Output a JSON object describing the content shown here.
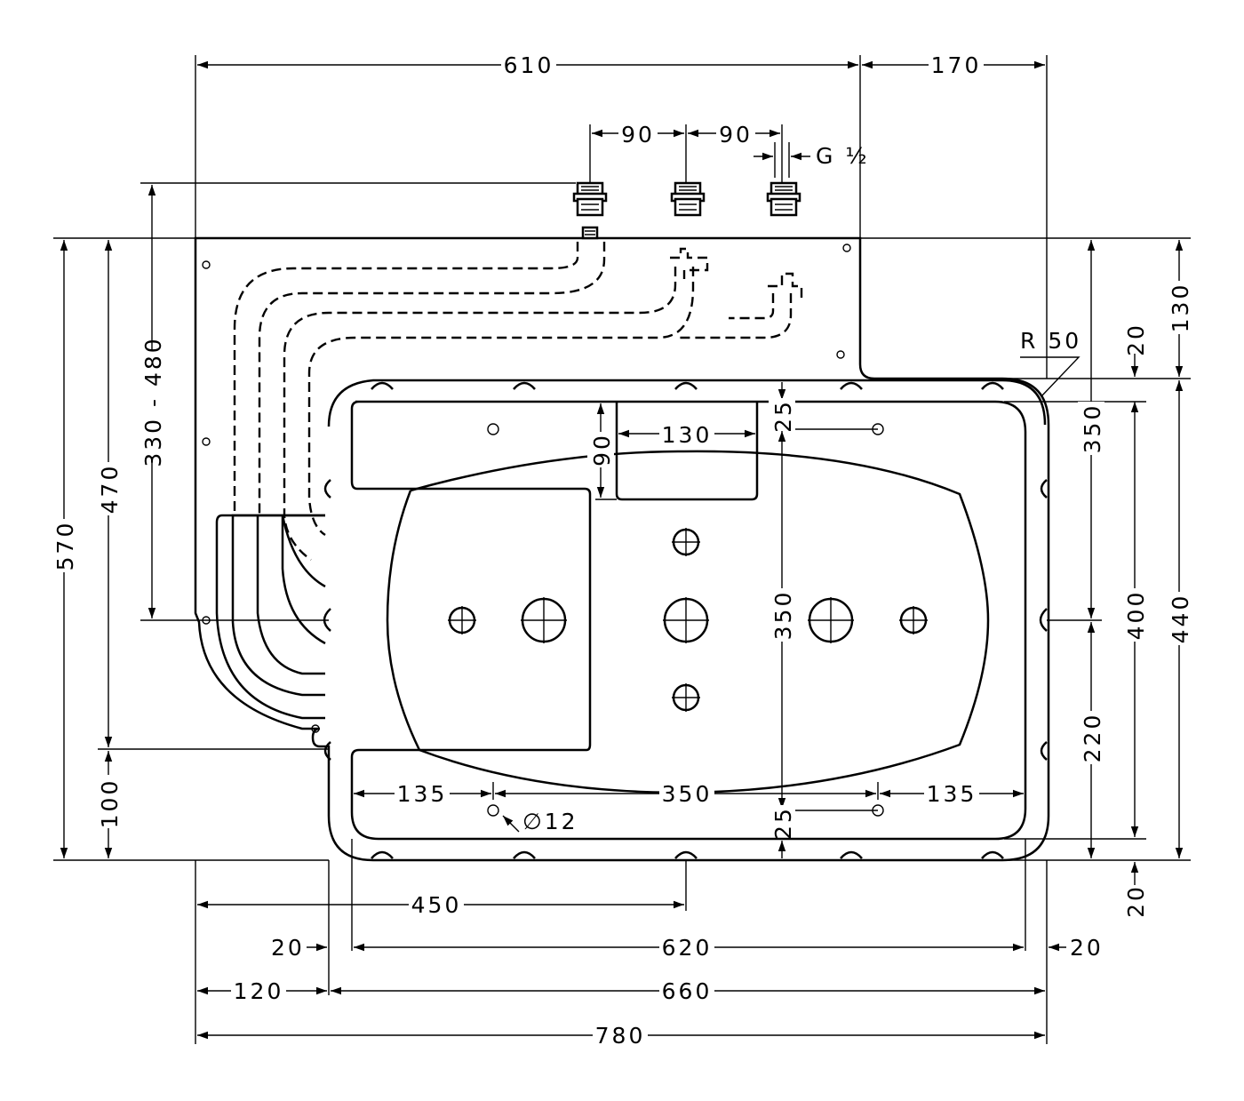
{
  "dimensions": {
    "top_width_610": "610",
    "top_width_170": "170",
    "valve_spacing_1": "90",
    "valve_spacing_2": "90",
    "thread": "G ½",
    "pipe_range": "330 - 480",
    "left_570": "570",
    "left_470": "470",
    "left_100": "100",
    "right_130": "130",
    "right_20_top": "20",
    "right_350": "350",
    "right_220": "220",
    "right_400": "400",
    "right_440": "440",
    "right_20_bottom": "20",
    "radius": "R 50",
    "seat_130": "130",
    "seat_90": "90",
    "inner_25_top": "25",
    "inner_350_vertical": "350",
    "inner_25_bottom": "25",
    "bottom_135_left": "135",
    "bottom_350": "350",
    "bottom_135_right": "135",
    "hole_diameter": "∅12",
    "bottom_450": "450",
    "bottom_20_left": "20",
    "bottom_620": "620",
    "bottom_20_right": "20",
    "bottom_120": "120",
    "bottom_660": "660",
    "bottom_780": "780"
  },
  "colors": {
    "line": "#000000",
    "background": "#ffffff"
  }
}
